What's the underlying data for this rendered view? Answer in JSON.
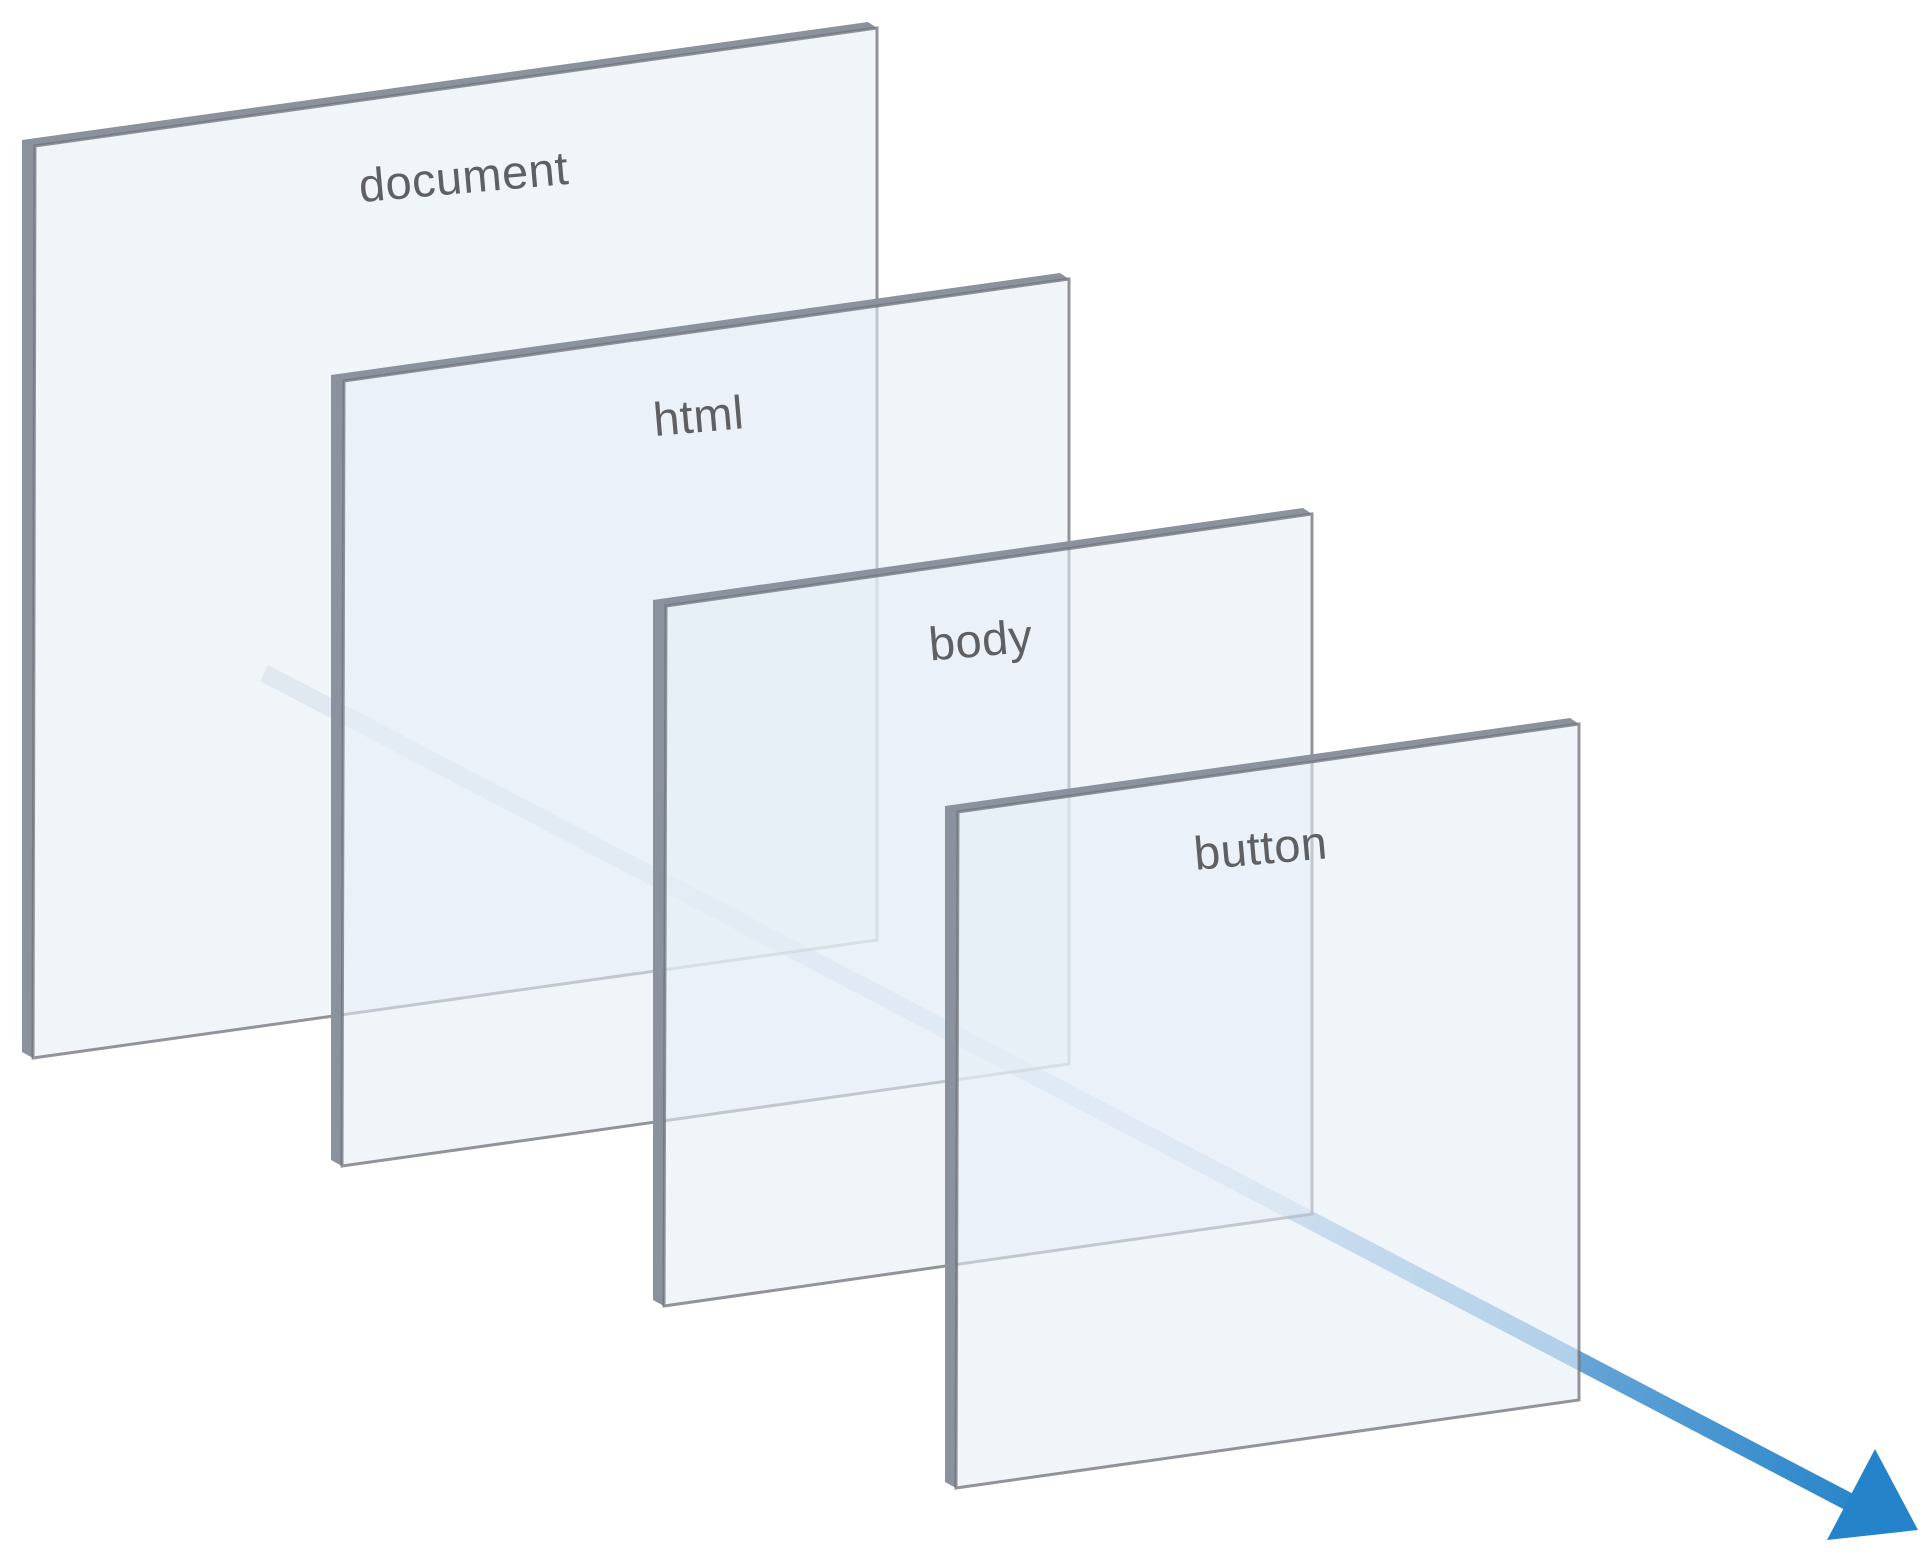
{
  "diagram": {
    "layers": [
      {
        "id": "document",
        "label": "document"
      },
      {
        "id": "html",
        "label": "html"
      },
      {
        "id": "body",
        "label": "body"
      },
      {
        "id": "button",
        "label": "button"
      }
    ],
    "arrow": {
      "direction": "from document through button"
    },
    "colors": {
      "panel_fill": "#e6edf7",
      "panel_edge": "#8a929e",
      "panel_outline": "#6f7278",
      "label": "#5f6063",
      "arrow_start": "#d9dfe8",
      "arrow_end": "#2584c9"
    }
  }
}
